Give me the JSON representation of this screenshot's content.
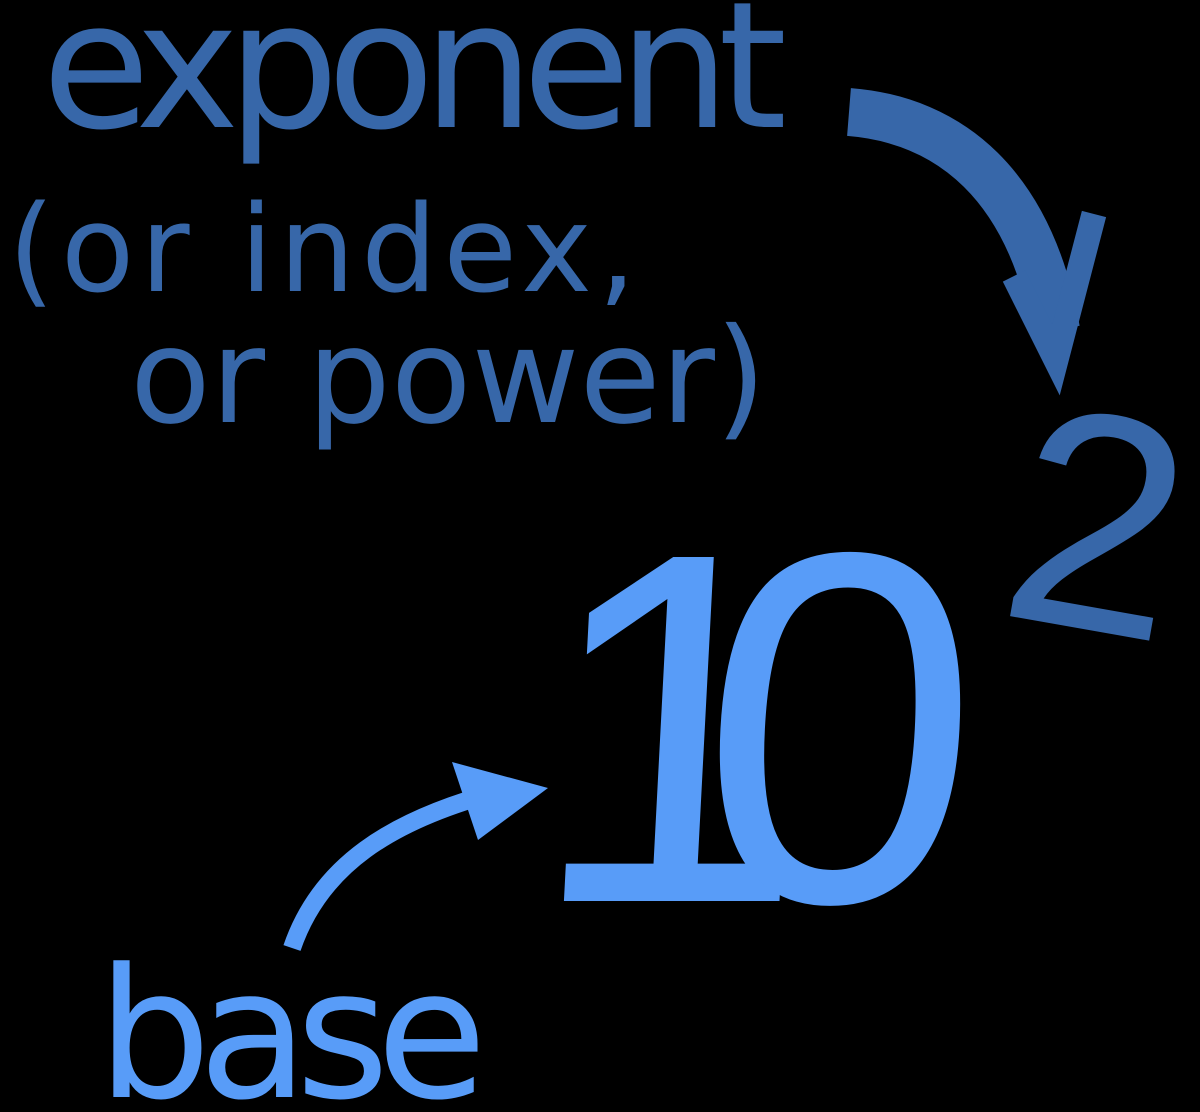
{
  "colors": {
    "background": "#000000",
    "dark_blue": "#3767a9",
    "light_blue": "#589cf8"
  },
  "labels": {
    "exponent_line1": "exponent",
    "exponent_line2": "(or index,",
    "exponent_line3": "or power)",
    "base": "base"
  },
  "expression": {
    "base_value": "10",
    "exponent_value": "2"
  },
  "icons": {
    "exponent_arrow": "curved-arrow-down-right-icon",
    "base_arrow": "curved-arrow-up-right-icon"
  }
}
